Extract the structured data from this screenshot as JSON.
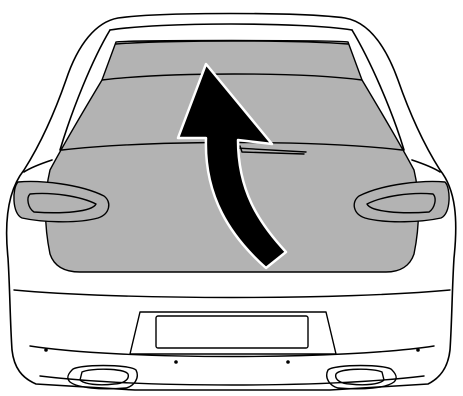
{
  "figure": {
    "subject": "car rear view",
    "highlighted_part": "tailgate",
    "action_direction": "up",
    "colors": {
      "line": "#000000",
      "body": "#ffffff",
      "highlight": "#b3b3b3",
      "arrow": "#000000",
      "arrow_outline": "#ffffff"
    }
  }
}
